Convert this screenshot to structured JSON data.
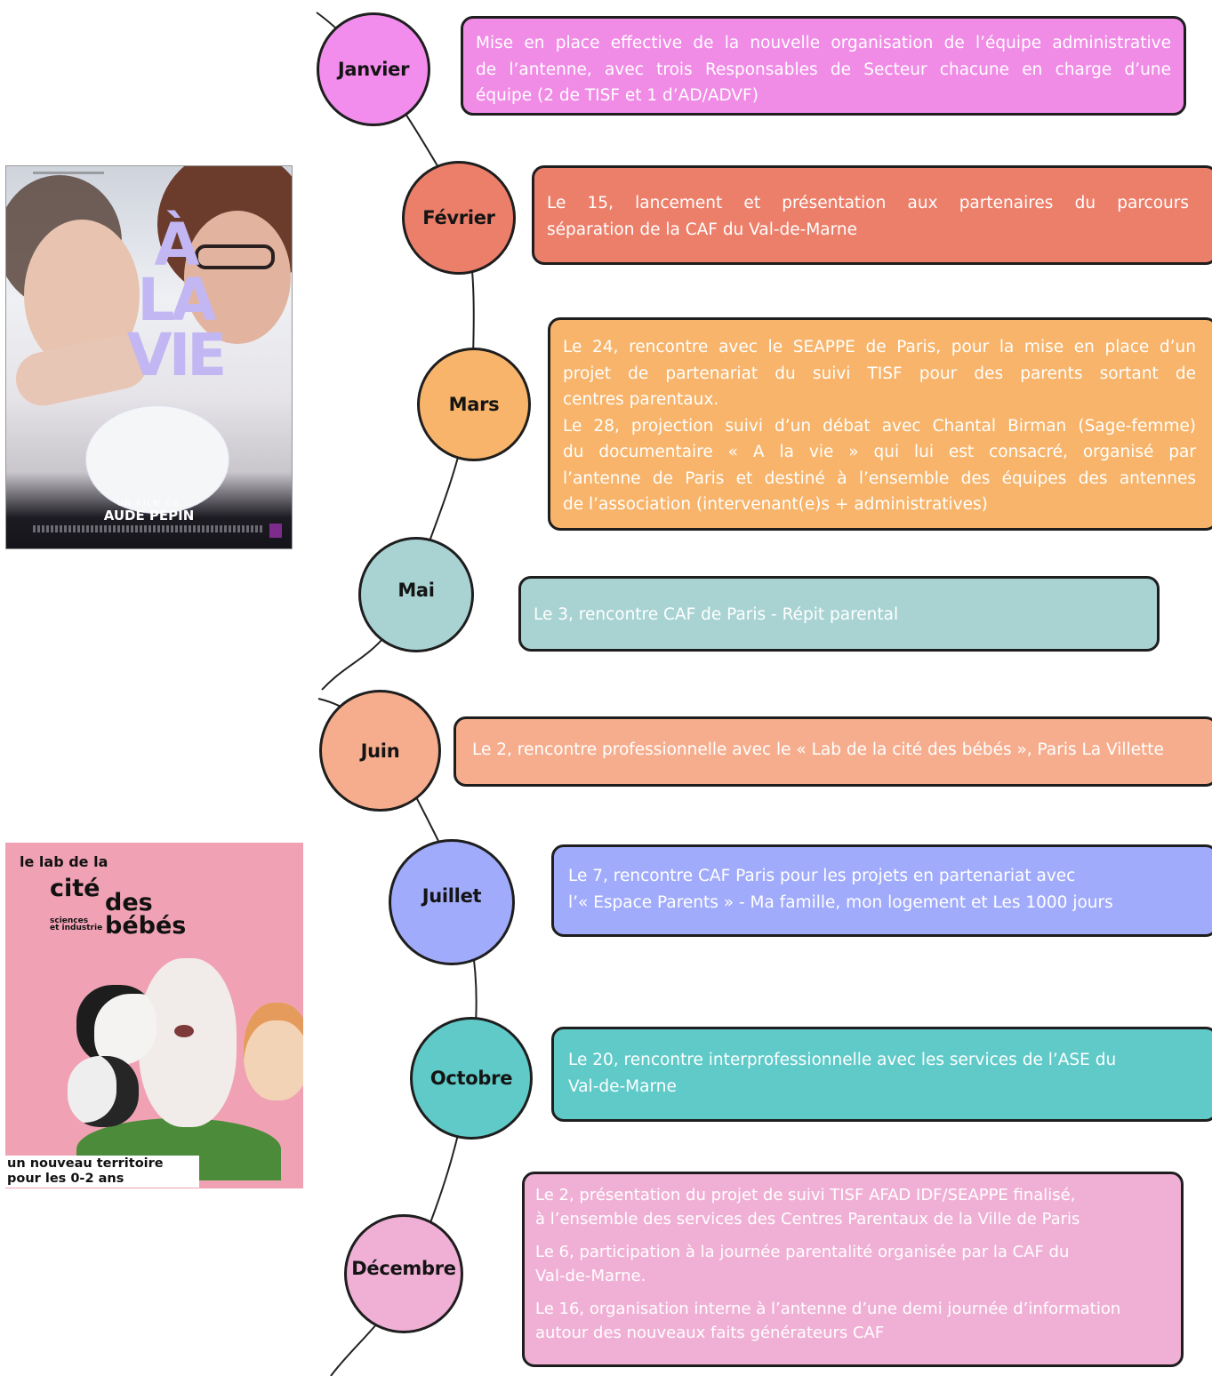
{
  "timeline": [
    {
      "month": "Janvier",
      "color": "#f28ded",
      "box_color": "#f08be6",
      "lines": [
        "Mise en place effective de la nouvelle organisation de l’équipe administrative",
        "de l’antenne, avec trois Responsables de Secteur chacune en charge d’une",
        "équipe (2 de TISF et 1 d’AD/ADVF)"
      ]
    },
    {
      "month": "Février",
      "color": "#ec7f6a",
      "box_color": "#ec7f6a",
      "lines": [
        "Le 15, lancement et présentation aux partenaires du parcours",
        "séparation de la CAF du Val-de-Marne"
      ]
    },
    {
      "month": "Mars",
      "color": "#f7b46a",
      "box_color": "#f7b46a",
      "lines": [
        "Le 24, rencontre avec le SEAPPE de Paris, pour la mise en place d’un",
        "projet de partenariat du suivi TISF pour des parents sortant de",
        "centres parentaux.",
        "Le 28, projection suivi d’un débat avec Chantal Birman (Sage-femme)",
        "du documentaire « A la vie » qui lui est consacré, organisé par",
        "l’antenne de Paris et destiné à l’ensemble des équipes des antennes",
        "de l’association (intervenant(e)s + administratives)"
      ]
    },
    {
      "month": "Mai",
      "color": "#a9d3d3",
      "box_color": "#a9d3d3",
      "lines": [
        "Le 3, rencontre CAF de Paris - Répit parental"
      ]
    },
    {
      "month": "Juin",
      "color": "#f6ad8d",
      "box_color": "#f6ad8d",
      "lines": [
        "Le 2, rencontre professionnelle avec le « Lab de la cité des bébés », Paris La Villette"
      ]
    },
    {
      "month": "Juillet",
      "color": "#a1abfb",
      "box_color": "#a1abfb",
      "lines": [
        " Le 7, rencontre CAF Paris pour les projets en partenariat avec",
        "l’« Espace Parents » - Ma famille, mon logement et Les 1000 jours"
      ]
    },
    {
      "month": "Octobre",
      "color": "#5fcac8",
      "box_color": "#5fcac8",
      "lines": [
        "Le 20, rencontre interprofessionnelle avec les services de l’ASE du",
        "Val-de-Marne"
      ]
    },
    {
      "month": "Décembre",
      "color": "#f0b0d5",
      "box_color": "#f0b0d5",
      "lines": [
        " Le 2, présentation du projet de suivi TISF AFAD IDF/SEAPPE finalisé,",
        "à l’ensemble des services des Centres Parentaux de la Ville de Paris",
        " Le 6, participation à la journée parentalité organisée par la CAF du",
        " Val-de-Marne.",
        "Le 16, organisation interne à l’antenne d’une demi journée d’information",
        "autour des nouveaux faits générateurs CAF"
      ]
    }
  ],
  "poster1": {
    "title_lines": [
      "À",
      "LA",
      "VIE"
    ],
    "subtitle": "UN FILM DE",
    "director": "AUDE PÉPIN"
  },
  "poster2": {
    "line1": "le lab de la",
    "cite": "cité",
    "des": "des",
    "bebes": "bébés",
    "sciences": "sciences\net industrie",
    "tagline": "un nouveau territoire\npour les 0-2 ans"
  }
}
